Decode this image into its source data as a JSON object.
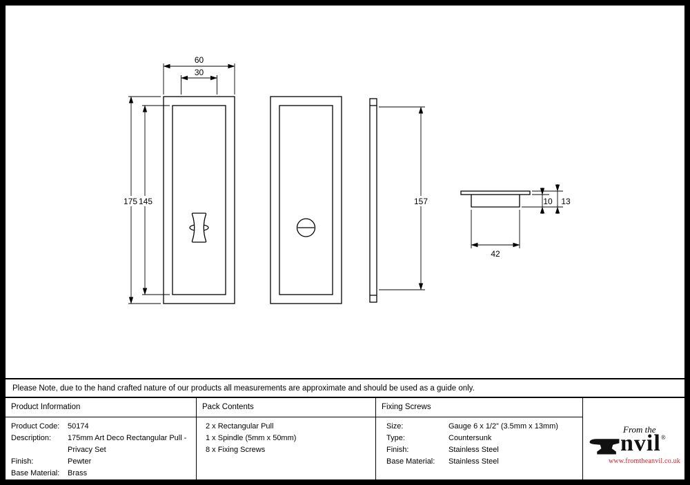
{
  "page": {
    "note": "Please Note, due to the hand crafted nature of our products all measurements are approximate and should be used as a guide only."
  },
  "drawing": {
    "front_view": {
      "width_mm": "60",
      "recess_width_mm": "30",
      "height_mm": "175",
      "recess_height_mm": "145"
    },
    "side_view": {
      "height_mm": "157"
    },
    "section_view": {
      "depth_mm": "10",
      "total_depth_mm": "13",
      "width_mm": "42"
    }
  },
  "table": {
    "columns": {
      "product_information": {
        "header": "Product Information",
        "rows": [
          {
            "label": "Product Code:",
            "value": "50174"
          },
          {
            "label": "Description:",
            "value": "175mm Art Deco Rectangular Pull -"
          },
          {
            "label": "",
            "value": "Privacy Set"
          },
          {
            "label": "Finish:",
            "value": "Pewter"
          },
          {
            "label": "Base Material:",
            "value": "Brass"
          }
        ]
      },
      "pack_contents": {
        "header": "Pack Contents",
        "items": [
          "2 x Rectangular Pull",
          "1 x Spindle (5mm x 50mm)",
          "8 x Fixing Screws"
        ]
      },
      "fixing_screws": {
        "header": "Fixing Screws",
        "rows": [
          {
            "label": "Size:",
            "value": "Gauge 6 x 1/2” (3.5mm x 13mm)"
          },
          {
            "label": "Type:",
            "value": "Countersunk"
          },
          {
            "label": "Finish:",
            "value": "Stainless Steel"
          },
          {
            "label": "Base Material:",
            "value": "Stainless Steel"
          }
        ]
      }
    }
  },
  "logo": {
    "tagline": "From the",
    "brand_text": "nvil",
    "registered_mark": "®",
    "website": "www.fromtheanvil.co.uk",
    "brand_color": "#111111",
    "website_color": "#c0272d"
  }
}
